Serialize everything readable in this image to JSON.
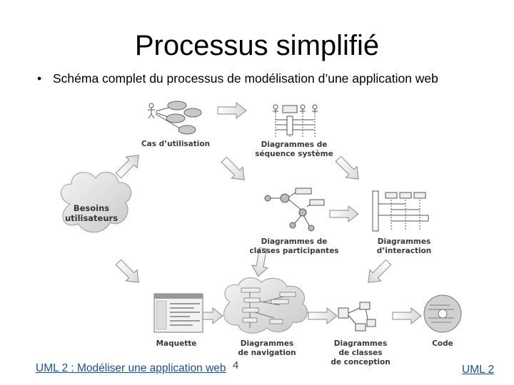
{
  "slide": {
    "title": "Processus simplifié",
    "bullet": "Schéma complet du processus de modélisation d’une application web",
    "footer_left": "UML 2 : Modéliser une application web",
    "footer_right": "UML 2",
    "page_number": "4"
  },
  "diagram": {
    "nodes": {
      "besoins": [
        "Besoins",
        "utilisateurs"
      ],
      "cas": [
        "Cas d’utilisation"
      ],
      "seq": [
        "Diagrammes de",
        "séquence système"
      ],
      "classes_part": [
        "Diagrammes de",
        "classes participantes"
      ],
      "interaction": [
        "Diagrammes",
        "d’interaction"
      ],
      "maquette": [
        "Maquette"
      ],
      "navigation": [
        "Diagrammes",
        "de navigation"
      ],
      "conception": [
        "Diagrammes",
        "de classes",
        "de conception"
      ],
      "code": [
        "Code"
      ]
    }
  }
}
